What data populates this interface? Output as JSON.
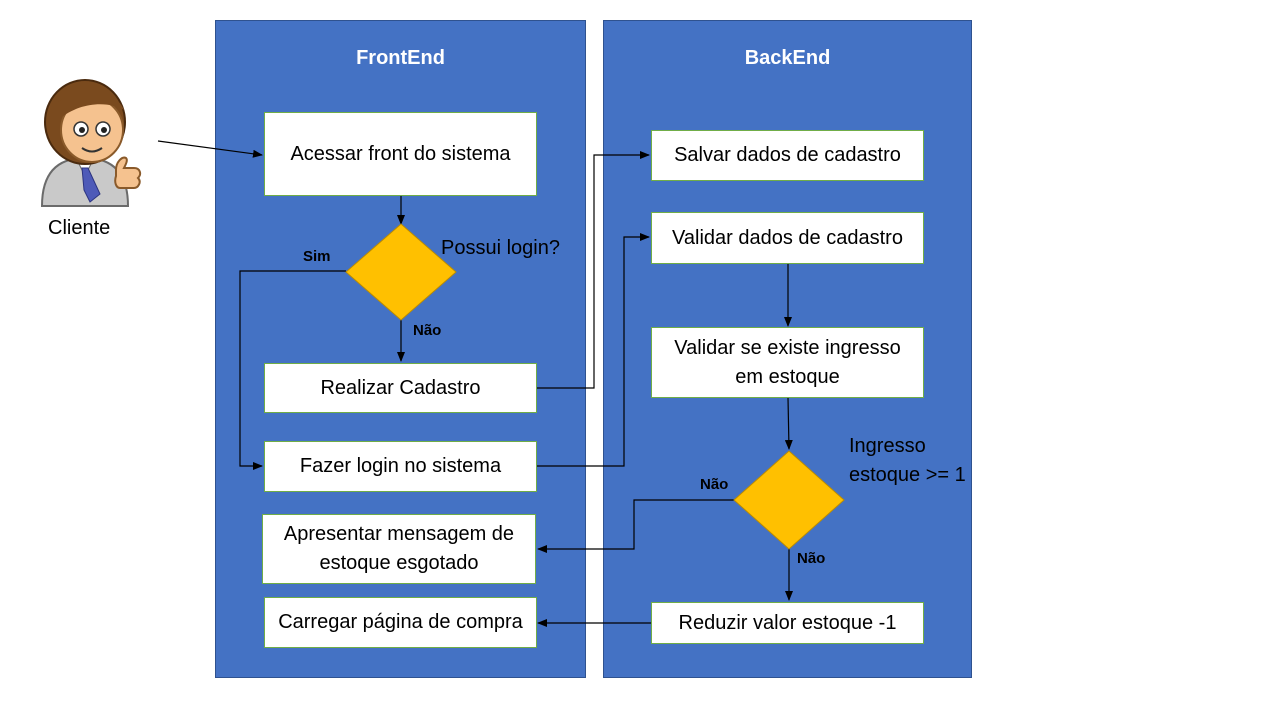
{
  "actor": {
    "label": "Cliente",
    "icon": "user-thumbs-up-icon"
  },
  "lanes": {
    "frontend": "FrontEnd",
    "backend": "BackEnd"
  },
  "front": {
    "access": "Acessar front do sistema",
    "decision": "Possui login?",
    "yes": "Sim",
    "no": "Não",
    "register": "Realizar Cadastro",
    "login": "Fazer login no sistema",
    "sold_out": "Apresentar mensagem de estoque esgotado",
    "load_page": "Carregar página de compra"
  },
  "back": {
    "save": "Salvar dados de cadastro",
    "validate": "Validar dados de cadastro",
    "check_stock": "Validar se existe ingresso em estoque",
    "decision": "Ingresso estoque >= 1",
    "no_left": "Não",
    "no_down": "Não",
    "reduce": "Reduzir valor estoque -1"
  },
  "colors": {
    "lane": "#4472C4",
    "decision": "#FFC000",
    "box_border": "#70AD47"
  }
}
